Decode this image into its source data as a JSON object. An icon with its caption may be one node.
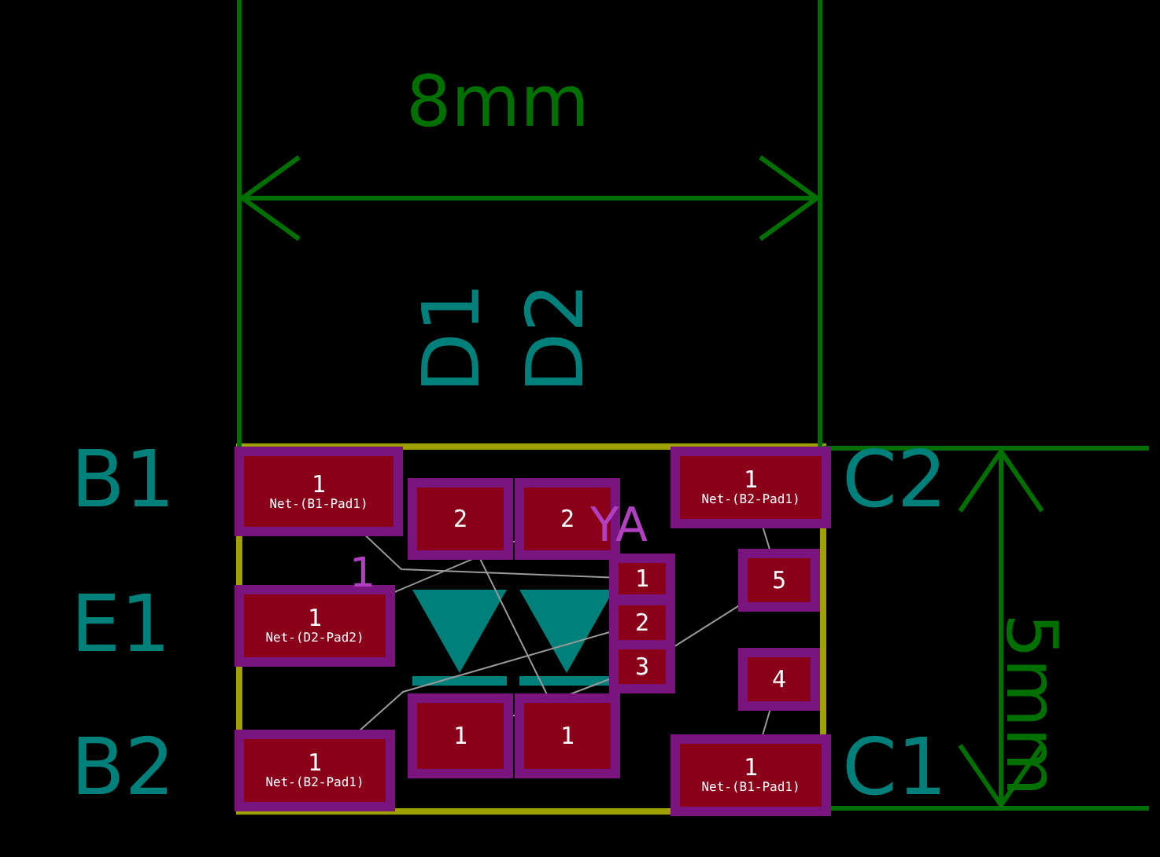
{
  "diagram": {
    "nodes": [
      {
        "text": [
          "1",
          "Net-(B1-Pad1)"
        ]
      },
      {
        "text": [
          "2"
        ]
      },
      {
        "text": [
          "2"
        ]
      },
      {
        "text": [
          "1",
          "Net-(B2-Pad1)"
        ]
      },
      {
        "text": [
          "1"
        ]
      },
      {
        "text": [
          "5"
        ]
      },
      {
        "text": [
          "1",
          "Net-(D2-Pad2)"
        ]
      },
      {
        "text": [
          "2"
        ]
      },
      {
        "text": [
          "3"
        ]
      },
      {
        "text": [
          "4"
        ]
      },
      {
        "text": [
          "1"
        ]
      },
      {
        "text": [
          "1"
        ]
      },
      {
        "text": [
          "1",
          "Net-(B2-Pad1)"
        ]
      },
      {
        "text": [
          "1",
          "Net-(B1-Pad1)"
        ]
      }
    ],
    "edges": [
      {
        "from": 0,
        "to": 4,
        "arrow": "none"
      },
      {
        "from": 6,
        "to": 2,
        "arrow": "none"
      },
      {
        "from": 1,
        "to": 11,
        "arrow": "none"
      },
      {
        "from": 12,
        "to": 7,
        "arrow": "none"
      },
      {
        "from": 10,
        "to": 8,
        "arrow": "none"
      },
      {
        "from": 8,
        "to": 5,
        "arrow": "none"
      },
      {
        "from": 3,
        "to": 5,
        "arrow": "none"
      },
      {
        "from": 13,
        "to": 9,
        "arrow": "none"
      }
    ],
    "labels": [
      "8mm",
      "5mm",
      "D1",
      "D2",
      "B1",
      "E1",
      "B2",
      "C2",
      "C1",
      "1",
      "YA"
    ]
  }
}
